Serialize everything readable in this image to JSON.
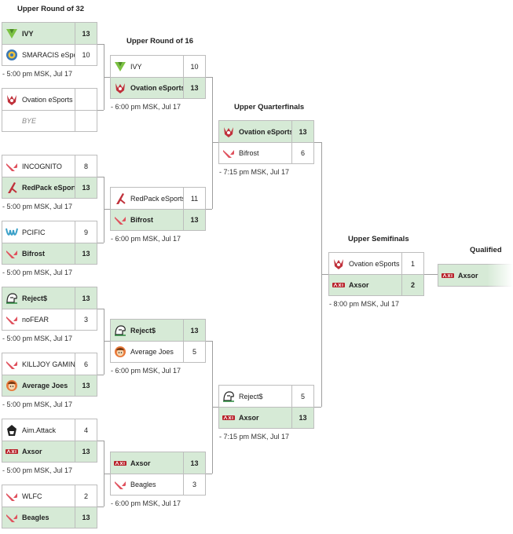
{
  "rounds": [
    {
      "title": "Upper Round of 32"
    },
    {
      "title": "Upper Round of 16"
    },
    {
      "title": "Upper Quarterfinals"
    },
    {
      "title": "Upper Semifinals"
    },
    {
      "title": "Qualified"
    }
  ],
  "matches": [
    {
      "round": 0,
      "time": "5:00 pm MSK, Jul 17",
      "teams": [
        {
          "name": "IVY",
          "score": "13",
          "logo": "ivy-logo-icon",
          "win": true
        },
        {
          "name": "SMARACIS eSports",
          "score": "10",
          "logo": "smaracis-logo-icon",
          "win": false
        }
      ]
    },
    {
      "round": 0,
      "time": "",
      "teams": [
        {
          "name": "Ovation eSports",
          "score": "",
          "logo": "ovation-logo-icon",
          "win": false
        },
        {
          "name": "BYE",
          "score": "",
          "logo": "",
          "win": false,
          "bye": true
        }
      ]
    },
    {
      "round": 0,
      "time": "5:00 pm MSK, Jul 17",
      "teams": [
        {
          "name": "INCOGNITO",
          "score": "8",
          "logo": "valorant-logo-icon",
          "win": false
        },
        {
          "name": "RedPack eSports",
          "score": "13",
          "logo": "redpack-logo-icon",
          "win": true
        }
      ]
    },
    {
      "round": 0,
      "time": "5:00 pm MSK, Jul 17",
      "teams": [
        {
          "name": "PCIFIC",
          "score": "9",
          "logo": "pcific-logo-icon",
          "win": false
        },
        {
          "name": "Bifrost",
          "score": "13",
          "logo": "valorant-logo-icon",
          "win": true
        }
      ]
    },
    {
      "round": 0,
      "time": "5:00 pm MSK, Jul 17",
      "teams": [
        {
          "name": "Reject$",
          "score": "13",
          "logo": "reject-logo-icon",
          "win": true
        },
        {
          "name": "noFEAR",
          "score": "3",
          "logo": "valorant-logo-icon",
          "win": false
        }
      ]
    },
    {
      "round": 0,
      "time": "5:00 pm MSK, Jul 17",
      "teams": [
        {
          "name": "KILLJOY GAMING",
          "score": "6",
          "logo": "valorant-logo-icon",
          "win": false
        },
        {
          "name": "Average Joes",
          "score": "13",
          "logo": "average-joes-logo-icon",
          "win": true
        }
      ]
    },
    {
      "round": 0,
      "time": "5:00 pm MSK, Jul 17",
      "teams": [
        {
          "name": "Aim.Attack",
          "score": "4",
          "logo": "aim-attack-logo-icon",
          "win": false
        },
        {
          "name": "Axsor",
          "score": "13",
          "logo": "axsor-logo-icon",
          "win": true
        }
      ]
    },
    {
      "round": 0,
      "time": "",
      "teams": [
        {
          "name": "WLFC",
          "score": "2",
          "logo": "valorant-logo-icon",
          "win": false
        },
        {
          "name": "Beagles",
          "score": "13",
          "logo": "valorant-logo-icon",
          "win": true
        }
      ]
    },
    {
      "round": 1,
      "time": "6:00 pm MSK, Jul 17",
      "teams": [
        {
          "name": "IVY",
          "score": "10",
          "logo": "ivy-logo-icon",
          "win": false
        },
        {
          "name": "Ovation eSports",
          "score": "13",
          "logo": "ovation-logo-icon",
          "win": true
        }
      ]
    },
    {
      "round": 1,
      "time": "6:00 pm MSK, Jul 17",
      "teams": [
        {
          "name": "RedPack eSports",
          "score": "11",
          "logo": "redpack-logo-icon",
          "win": false
        },
        {
          "name": "Bifrost",
          "score": "13",
          "logo": "valorant-logo-icon",
          "win": true
        }
      ]
    },
    {
      "round": 1,
      "time": "6:00 pm MSK, Jul 17",
      "teams": [
        {
          "name": "Reject$",
          "score": "13",
          "logo": "reject-logo-icon",
          "win": true
        },
        {
          "name": "Average Joes",
          "score": "5",
          "logo": "average-joes-logo-icon",
          "win": false
        }
      ]
    },
    {
      "round": 1,
      "time": "6:00 pm MSK, Jul 17",
      "teams": [
        {
          "name": "Axsor",
          "score": "13",
          "logo": "axsor-logo-icon",
          "win": true
        },
        {
          "name": "Beagles",
          "score": "3",
          "logo": "valorant-logo-icon",
          "win": false
        }
      ]
    },
    {
      "round": 2,
      "time": "7:15 pm MSK, Jul 17",
      "teams": [
        {
          "name": "Ovation eSports",
          "score": "13",
          "logo": "ovation-logo-icon",
          "win": true
        },
        {
          "name": "Bifrost",
          "score": "6",
          "logo": "valorant-logo-icon",
          "win": false
        }
      ]
    },
    {
      "round": 2,
      "time": "7:15 pm MSK, Jul 17",
      "teams": [
        {
          "name": "Reject$",
          "score": "5",
          "logo": "reject-logo-icon",
          "win": false
        },
        {
          "name": "Axsor",
          "score": "13",
          "logo": "axsor-logo-icon",
          "win": true
        }
      ]
    },
    {
      "round": 3,
      "time": "8:00 pm MSK, Jul 17",
      "teams": [
        {
          "name": "Ovation eSports",
          "score": "1",
          "logo": "ovation-logo-icon",
          "win": false
        },
        {
          "name": "Axsor",
          "score": "2",
          "logo": "axsor-logo-icon",
          "win": true
        }
      ]
    }
  ],
  "qualified": {
    "name": "Axsor",
    "logo": "axsor-logo-icon"
  },
  "colors": {
    "win_bg": "#d6ead6",
    "border": "#bdbdbd",
    "connector": "#9e9e9e",
    "valorant_red": "#e0525e",
    "ivy_green": "#7cc242"
  }
}
